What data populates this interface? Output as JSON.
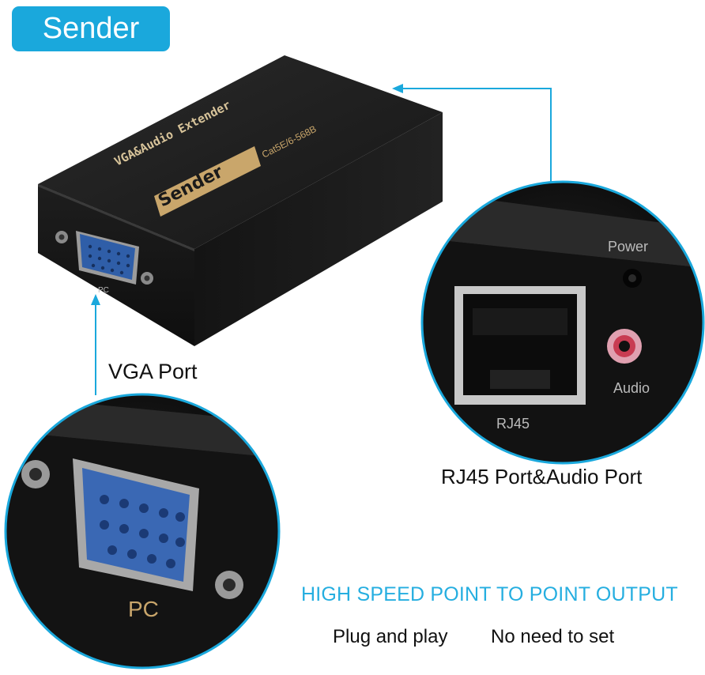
{
  "badge": {
    "label": "Sender"
  },
  "device": {
    "top_label": "VGA&Audio Extender",
    "model_label": "Sender",
    "cable_label": "Cat5E/6-568B",
    "vga_port_label": "PC"
  },
  "callouts": {
    "vga": {
      "caption": "VGA Port",
      "port_label": "PC"
    },
    "rj45": {
      "caption": "RJ45 Port&Audio Port",
      "power_label": "Power",
      "audio_label": "Audio",
      "rj45_label": "RJ45"
    }
  },
  "headline": "HIGH SPEED POINT TO POINT OUTPUT",
  "features": [
    "Plug and play",
    "No need to set"
  ],
  "colors": {
    "accent": "#1aa8dc",
    "device": "#1b1b1b",
    "gold": "#c9a66b",
    "vga_blue": "#3a68b4",
    "audio_pink": "#e0a0b0"
  }
}
